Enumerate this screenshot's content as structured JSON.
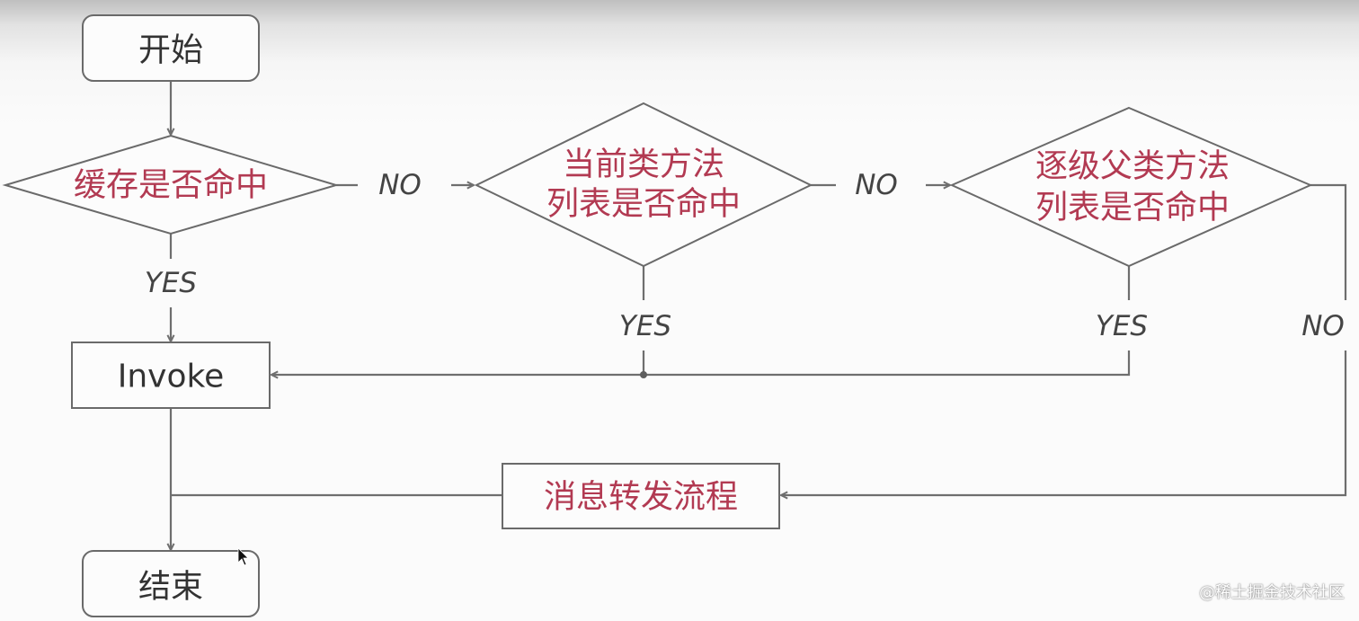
{
  "nodes": {
    "start": "开始",
    "cache_hit": "缓存是否命中",
    "current_class_line1": "当前类方法",
    "current_class_line2": "列表是否命中",
    "parent_class_line1": "逐级父类方法",
    "parent_class_line2": "列表是否命中",
    "invoke": "Invoke",
    "forwarding": "消息转发流程",
    "end": "结束"
  },
  "edge_labels": {
    "no_1": "NO",
    "no_2": "NO",
    "no_3": "NO",
    "yes_1": "YES",
    "yes_2": "YES",
    "yes_3": "YES"
  },
  "watermark": "@稀土掘金技术社区",
  "colors": {
    "accent_text": "#b23a52",
    "line": "#6e6e6e"
  }
}
